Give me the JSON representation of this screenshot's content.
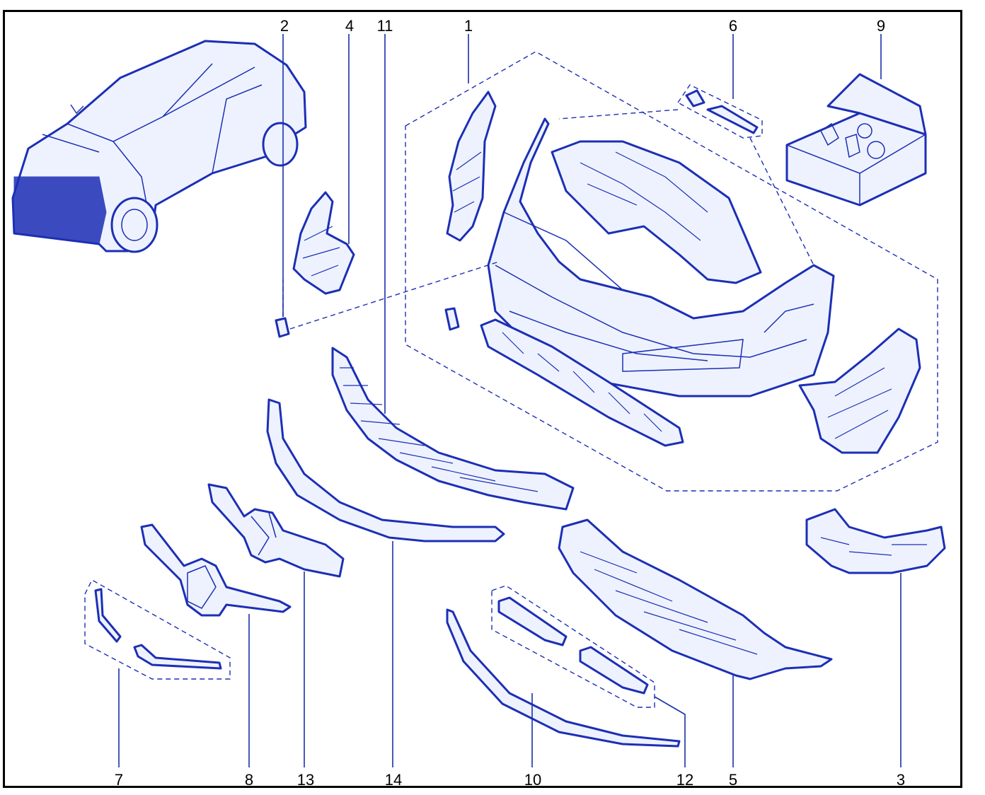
{
  "diagram": {
    "labels": [
      {
        "id": "1",
        "text": "1"
      },
      {
        "id": "2",
        "text": "2"
      },
      {
        "id": "3",
        "text": "3"
      },
      {
        "id": "4",
        "text": "4"
      },
      {
        "id": "5",
        "text": "5"
      },
      {
        "id": "6",
        "text": "6"
      },
      {
        "id": "7",
        "text": "7"
      },
      {
        "id": "8",
        "text": "8"
      },
      {
        "id": "9",
        "text": "9"
      },
      {
        "id": "10",
        "text": "10"
      },
      {
        "id": "11",
        "text": "11"
      },
      {
        "id": "12",
        "text": "12"
      },
      {
        "id": "13",
        "text": "13"
      },
      {
        "id": "14",
        "text": "14"
      }
    ],
    "colors": {
      "line": "#1c2fb5",
      "frame": "#000000",
      "background": "#ffffff"
    }
  }
}
